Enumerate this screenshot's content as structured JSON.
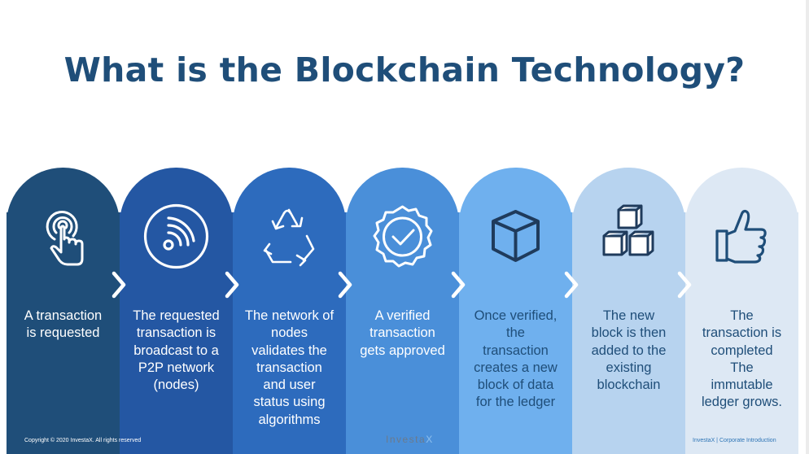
{
  "title": "What is the Blockchain Technology?",
  "steps": [
    {
      "text": "A transaction\nis requested",
      "icon": "touch-finger-icon",
      "color": "#1f4e79",
      "text_color": "#ffffff"
    },
    {
      "text": "The requested\ntransaction is\nbroadcast to a\nP2P network\n(nodes)",
      "icon": "broadcast-icon",
      "color": "#2457a3",
      "text_color": "#ffffff"
    },
    {
      "text": "The network of\nnodes\nvalidates the\ntransaction\nand user\nstatus using\nalgorithms",
      "icon": "recycle-icon",
      "color": "#2d6bbd",
      "text_color": "#ffffff"
    },
    {
      "text": "A verified\ntransaction\ngets approved",
      "icon": "verified-badge-icon",
      "color": "#4a8fd9",
      "text_color": "#ffffff"
    },
    {
      "text": "Once verified,\nthe\ntransaction\ncreates a new\nblock of data\nfor the ledger",
      "icon": "cube-icon",
      "color": "#6fb0ee",
      "text_color": "#1f4e79"
    },
    {
      "text": "The new\nblock is then\nadded to the\nexisting\nblockchain",
      "icon": "blocks-icon",
      "color": "#b7d3ef",
      "text_color": "#1f4e79"
    },
    {
      "text": "The\ntransaction is\ncompleted\nThe\nimmutable\nledger grows.",
      "icon": "thumbs-up-icon",
      "color": "#dde8f4",
      "text_color": "#1f4e79"
    }
  ],
  "footer": {
    "copyright": "Copyright © 2020 InvestaX. All rights reserved",
    "logo_main": "Investa",
    "logo_x": "X",
    "right": "InvestaX | Corporate Introduction"
  }
}
